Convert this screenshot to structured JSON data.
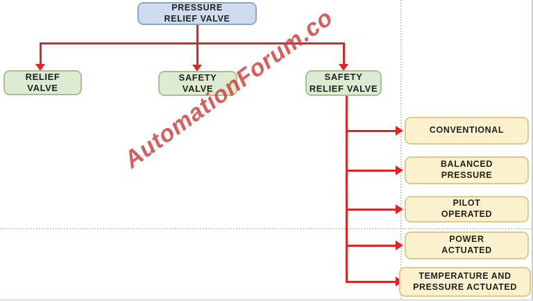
{
  "colors": {
    "root_fill": "#cfdcf0",
    "root_border": "#8ba6cc",
    "level1_fill": "#ddebd2",
    "level1_border": "#a4c290",
    "level2_fill": "#fbf2cd",
    "level2_border": "#ddc98e",
    "arrow": "#e02424",
    "watermark": "#d54040",
    "dotted_line": "#cccccc",
    "text": "#1f1f1f"
  },
  "diagram": {
    "root": {
      "line1": "PRESSURE",
      "line2": "RELIEF VALVE"
    },
    "level1": [
      {
        "line1": "RELIEF",
        "line2": "VALVE"
      },
      {
        "line1": "SAFETY",
        "line2": "VALVE"
      },
      {
        "line1": "SAFETY",
        "line2": "RELIEF VALVE"
      }
    ],
    "level2": [
      {
        "line1": "CONVENTIONAL",
        "line2": ""
      },
      {
        "line1": "BALANCED",
        "line2": "PRESSURE"
      },
      {
        "line1": "PILOT",
        "line2": "OPERATED"
      },
      {
        "line1": "POWER",
        "line2": "ACTUATED"
      },
      {
        "line1": "TEMPERATURE AND",
        "line2": "PRESSURE ACTUATED"
      }
    ],
    "watermark": "AutomationForum.co"
  }
}
